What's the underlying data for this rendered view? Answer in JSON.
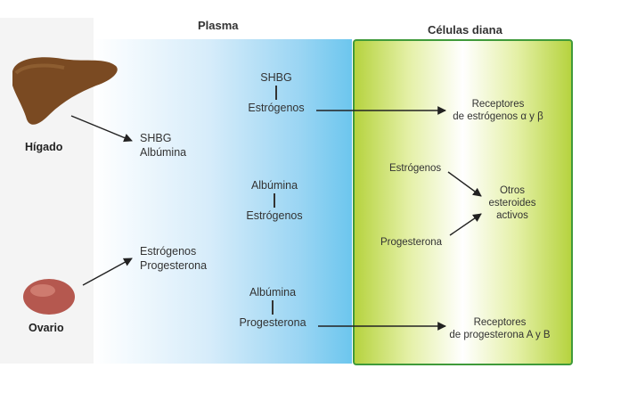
{
  "headers": {
    "plasma": "Plasma",
    "target": "Células diana"
  },
  "organs": {
    "liver": "Hígado",
    "ovary": "Ovario"
  },
  "plasma": {
    "from_liver": [
      "SHBG",
      "Albúmina"
    ],
    "from_ovary": [
      "Estrógenos",
      "Progesterona"
    ],
    "complex1": {
      "top": "SHBG",
      "bottom": "Estrógenos"
    },
    "complex2": {
      "top": "Albúmina",
      "bottom": "Estrógenos"
    },
    "complex3": {
      "top": "Albúmina",
      "bottom": "Progesterona"
    }
  },
  "target": {
    "estrogen_receptors": [
      "Receptores",
      "de estrógenos α y β"
    ],
    "estrogens": "Estrógenos",
    "progesterone": "Progesterona",
    "other_steroids": [
      "Otros",
      "esteroides",
      "activos"
    ],
    "progesterone_receptors": [
      "Receptores",
      "de progesterona A y B"
    ]
  },
  "colors": {
    "plasma_blue": "#6cc6ee",
    "target_green": "#b6d33f",
    "border_green": "#3f9a3a",
    "liver": "#7a4a22",
    "ovary": "#b5584f"
  }
}
